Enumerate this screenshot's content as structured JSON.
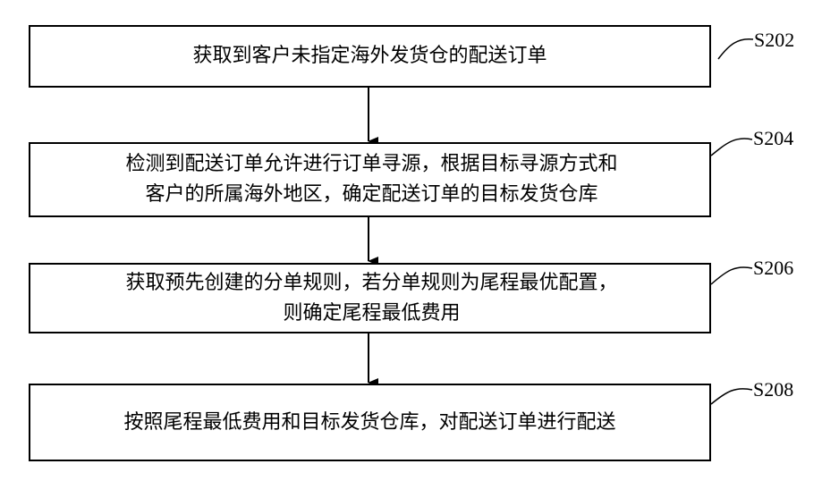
{
  "steps": [
    {
      "id": "S202",
      "text": "获取到客户未指定海外发货仓的配送订单"
    },
    {
      "id": "S204",
      "text": "检测到配送订单允许进行订单寻源，根据目标寻源方式和\n客户的所属海外地区，确定配送订单的目标发货仓库"
    },
    {
      "id": "S206",
      "text": "获取预先创建的分单规则，若分单规则为尾程最优配置，\n则确定尾程最低费用"
    },
    {
      "id": "S208",
      "text": "按照尾程最低费用和目标发货仓库，对配送订单进行配送"
    }
  ]
}
